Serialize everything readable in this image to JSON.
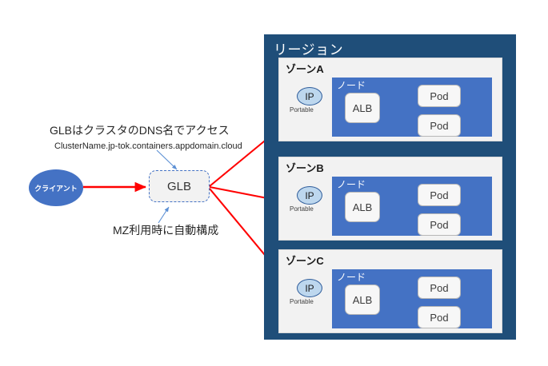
{
  "diagram": {
    "client": {
      "label": "クライアント"
    },
    "glb": {
      "label": "GLB"
    },
    "annotations": {
      "dns_access": "GLBはクラスタのDNS名でアクセス",
      "hostname": "ClusterName.jp-tok.containers.appdomain.cloud",
      "mz_auto": "MZ利用時に自動構成"
    },
    "region": {
      "label": "リージョン",
      "zones": [
        {
          "label": "ゾーンA",
          "ip": {
            "label": "IP",
            "sublabel": "Portable"
          },
          "node": {
            "label": "ノード",
            "alb": "ALB",
            "pods": [
              "Pod",
              "Pod"
            ]
          }
        },
        {
          "label": "ゾーンB",
          "ip": {
            "label": "IP",
            "sublabel": "Portable"
          },
          "node": {
            "label": "ノード",
            "alb": "ALB",
            "pods": [
              "Pod",
              "Pod"
            ]
          }
        },
        {
          "label": "ゾーンC",
          "ip": {
            "label": "IP",
            "sublabel": "Portable"
          },
          "node": {
            "label": "ノード",
            "alb": "ALB",
            "pods": [
              "Pod",
              "Pod"
            ]
          }
        }
      ]
    },
    "colors": {
      "region_bg": "#1F4E79",
      "zone_bg": "#F2F2F2",
      "node_bg": "#4472C4",
      "client_bg": "#4472C4",
      "ip_bg": "#BDD7EE",
      "flow_arrow": "#FF0000",
      "annotation_arrow": "#4472C4",
      "box_bg": "#F7F7F7"
    }
  }
}
